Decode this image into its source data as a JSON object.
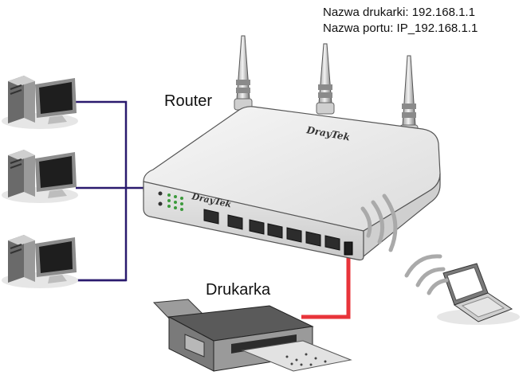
{
  "info": {
    "printer_name_line": "Nazwa drukarki: 192.168.1.1",
    "port_name_line": "Nazwa portu: IP_192.168.1.1"
  },
  "labels": {
    "router": "Router",
    "printer": "Drukarka"
  },
  "brand": {
    "top_logo": "DrayTek",
    "front_logo": "DrayTek"
  },
  "colors": {
    "lan_cable": "#2a1a6e",
    "printer_cable": "#e8343a",
    "router_body": "#eeeeee",
    "wifi_waves": "#aaaaaa"
  },
  "icons": {
    "pc": "desktop-computer-icon",
    "laptop": "laptop-icon",
    "router": "wireless-router-icon",
    "printer": "printer-icon"
  }
}
